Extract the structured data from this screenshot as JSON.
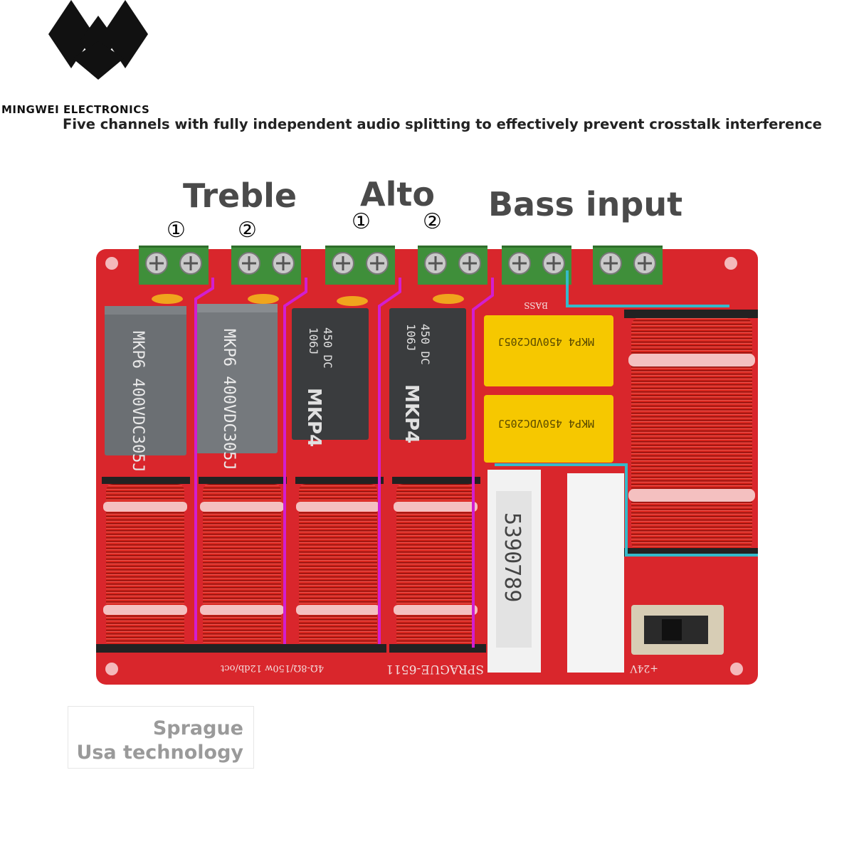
{
  "brand": {
    "logo_icon": "mingwei-m-logo-icon",
    "name": "MINGWEI ELECTRONICS"
  },
  "tagline": "Five channels with fully independent audio splitting to effectively prevent crosstalk interference",
  "labels": {
    "treble": "Treble",
    "alto": "Alto",
    "bass": "Bass input"
  },
  "channel_numbers": {
    "treble_1": "①",
    "treble_2": "②",
    "alto_1": "①",
    "alto_2": "②"
  },
  "board": {
    "capacitor_mkp6_1": "MKP6 400VDC305J",
    "capacitor_mkp6_2": "MKP6 400VDC305J",
    "capacitor_mkp4_1_line1": "106J",
    "capacitor_mkp4_1_line2": "450 DC",
    "capacitor_mkp4_1_line3": "MKP4",
    "capacitor_mkp4_2_line1": "106J",
    "capacitor_mkp4_2_line2": "450 DC",
    "capacitor_mkp4_2_line3": "MKP4",
    "capacitor_yellow_1": "MKP4 450VDC205J",
    "capacitor_yellow_2": "MKP4 450VDC205J",
    "resistor_code": "5390789",
    "silk_spec": "4Ω-8Ω/150w 12db/oct",
    "silk_model": "SPRAGUE-6511",
    "silk_bass": "BASS",
    "silk_power": "+24V",
    "colors": {
      "pcb": "#d9262c",
      "terminal": "#3f8f3a",
      "coil": "#d8241c",
      "gray_cap": "#6b6f73",
      "dark_cap": "#3a3c3e",
      "yellow_cap": "#f6c800",
      "magenta_line": "#d21ecf",
      "cyan_line": "#35b9c9"
    }
  },
  "sprague": {
    "line1": "Sprague",
    "line2": "Usa technology"
  }
}
